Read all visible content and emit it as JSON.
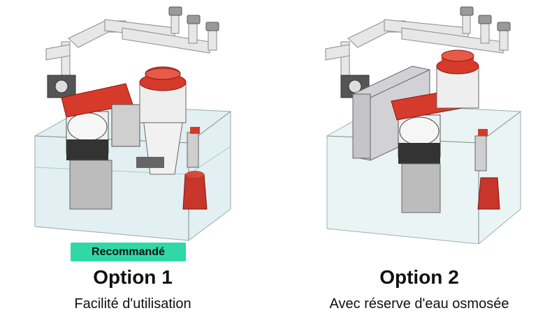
{
  "options": [
    {
      "badge": "Recommandé",
      "title": "Option 1",
      "subtitle": "Facilité d'utilisation"
    },
    {
      "title": "Option 2",
      "subtitle": "Avec réserve d'eau osmosée"
    }
  ],
  "colors": {
    "badge": "#2fd8a6",
    "accent_red": "#d63a2a",
    "glass": "#cfe8ea"
  }
}
